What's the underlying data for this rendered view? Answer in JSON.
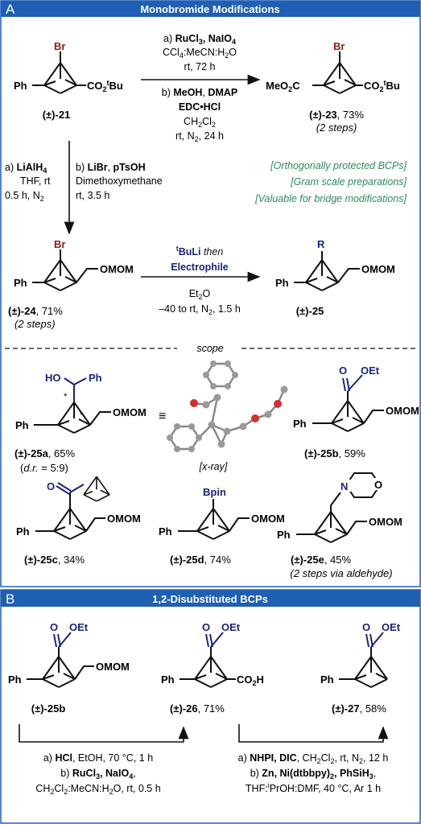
{
  "colors": {
    "header_bg": "#1f5fb4",
    "navy": "#1a237e",
    "bromine": "#8b1a1a",
    "green": "#2e8b57",
    "black": "#111111"
  },
  "panel_a": {
    "letter": "A",
    "title": "Monobromide Modifications",
    "start": {
      "br": "Br",
      "ph": "Ph",
      "co2": "CO",
      "co2_sub": "2",
      "tbu": "t",
      "bu": "Bu",
      "label": "(±)-21"
    },
    "step_a": {
      "tag": "a) ",
      "reagents": "RuCl",
      "sub3": "3",
      "sep": ", NaIO",
      "sub4": "4",
      "solvent": "CCl",
      "sol_sub4": "4",
      "solvent_rest": ":MeCN:H",
      "sol_sub2": "2",
      "solvent_end": "O",
      "cond": "rt, 72 h"
    },
    "step_b": {
      "tag": "b) ",
      "r1": "MeOH",
      "comma": ", ",
      "r2": "DMAP",
      "r3": "EDC•HCl",
      "solvent": "CH",
      "s_sub": "2",
      "solvent2": "Cl",
      "s_sub2": "2",
      "cond": "rt, N",
      "c_sub": "2",
      "cond_end": ", 24 h"
    },
    "diester": {
      "br": "Br",
      "left": "MeO",
      "left_sub": "2",
      "left_end": "C",
      "co2": "CO",
      "co2_sub": "2",
      "tbu": "t",
      "bu": "Bu",
      "label": "(±)-23",
      "yield": ", 73%",
      "note": "(2 steps)"
    },
    "down_a": {
      "tag": "a) ",
      "reagent": "LiAlH",
      "sub": "4",
      "l2": "THF, rt",
      "l3": "0.5 h, N",
      "l3_sub": "2"
    },
    "down_b": {
      "tag": "b) ",
      "reagent": "LiBr",
      "comma": ", ",
      "reagent2": "pTsOH",
      "l2": "Dimethoxymethane",
      "l3": "rt, 3.5 h"
    },
    "notes": [
      "[Orthogonally protected BCPs]",
      "[Gram scale preparations]",
      "[Valuable for bridge modifications]"
    ],
    "mom": {
      "br": "Br",
      "ph": "Ph",
      "omom": "OMOM",
      "label": "(±)-24",
      "yield": ", 71%",
      "note": "(2 steps)"
    },
    "lith": {
      "t": "t",
      "buli": "BuLi ",
      "then": "then",
      "electrophile": "Electrophile",
      "solvent": "Et",
      "s_sub": "2",
      "s_end": "O",
      "cond": "–40 to rt, N",
      "c_sub": "2",
      "c_end": ", 1.5 h"
    },
    "prod25": {
      "r": "R",
      "ph": "Ph",
      "omom": "OMOM",
      "label": "(±)-25"
    },
    "scope_label": "scope",
    "scope": {
      "a": {
        "ho": "HO",
        "ph_top": "Ph",
        "star": "*",
        "ph": "Ph",
        "omom": "OMOM",
        "label": "(±)-25a",
        "yield": ", 65%",
        "dr_pre": "(",
        "dr_it": "d.r.",
        "dr_val": " = 5:9)",
        "equiv": "≡",
        "xray": "[x-ray]"
      },
      "b": {
        "o": "O",
        "oet": "OEt",
        "ph": "Ph",
        "omom": "OMOM",
        "label": "(±)-25b",
        "yield": ", 59%"
      },
      "c": {
        "o": "O",
        "ph": "Ph",
        "omom": "OMOM",
        "label": "(±)-25c",
        "yield": ", 34%"
      },
      "d": {
        "bpin": "Bpin",
        "ph": "Ph",
        "omom": "OMOM",
        "label": "(±)-25d",
        "yield": ", 74%"
      },
      "e": {
        "n": "N",
        "o": "O",
        "ph": "Ph",
        "omom": "OMOM",
        "label": "(±)-25e",
        "yield": ", 45%",
        "note": "(2 steps via aldehyde)"
      }
    }
  },
  "panel_b": {
    "letter": "B",
    "title": "1,2-Disubstituted BCPs",
    "m1": {
      "o": "O",
      "oet": "OEt",
      "ph": "Ph",
      "omom": "OMOM",
      "label": "(±)-25b"
    },
    "m2": {
      "o": "O",
      "oet": "OEt",
      "ph": "Ph",
      "co2h": "CO",
      "co2h_sub": "2",
      "co2h_end": "H",
      "label": "(±)-26",
      "yield": ", 71%"
    },
    "m3": {
      "o": "O",
      "oet": "OEt",
      "ph": "Ph",
      "label": "(±)-27",
      "yield": ", 58%"
    },
    "left_cond": {
      "a_tag": "a) ",
      "a_reagent": "HCl",
      "a_rest": ", EtOH, 70 °C, 1 h",
      "b_tag": "b) ",
      "b_reagent": "RuCl",
      "b_sub": "3",
      "b_sep": ", NaIO",
      "b_sub2": "4",
      "b_end": ",",
      "l3": "CH",
      "l3_sub": "2",
      "l3b": "Cl",
      "l3_sub2": "2",
      "l3c": ":MeCN:H",
      "l3_sub3": "2",
      "l3d": "O, rt, 0.5 h"
    },
    "right_cond": {
      "a_tag": "a) ",
      "a_reagent": "NHPI, DIC",
      "a_rest": ", CH",
      "a_sub": "2",
      "a_rest2": "Cl",
      "a_sub2": "2",
      "a_rest3": ", rt, N",
      "a_sub3": "2",
      "a_end": ", 12 h",
      "b_tag": "b) ",
      "b_reagent": "Zn, Ni(dtbbpy)",
      "b_sub": "2",
      "b_sep": ", PhSiH",
      "b_sub2": "3",
      "b_end": ",",
      "l3": "THF:",
      "l3_sup": "i",
      "l3b": "PrOH:DMF, 40 °C, Ar 1 h"
    }
  }
}
